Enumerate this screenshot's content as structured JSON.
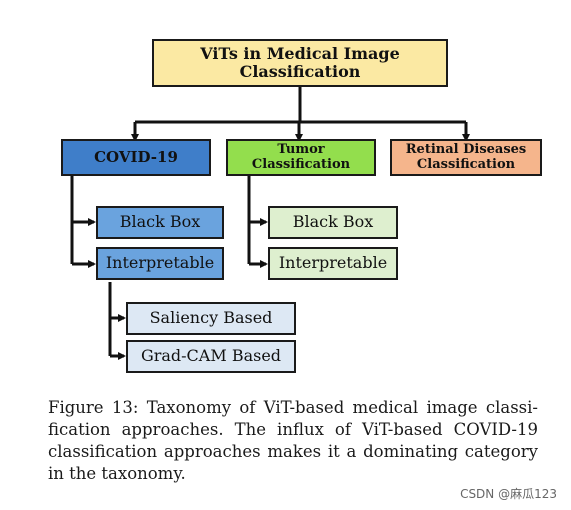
{
  "root": {
    "label": "ViTs in Medical Image Classification",
    "color": "#fbe9a3"
  },
  "categories": [
    {
      "label": "COVID-19",
      "color": "#3f7ec9"
    },
    {
      "label": "Tumor Classification",
      "color": "#93de4d"
    },
    {
      "label": "Retinal Diseases Classification",
      "color": "#f5b58c"
    }
  ],
  "covid_children": [
    {
      "label": "Black Box",
      "color": "#6aa3de"
    },
    {
      "label": "Interpretable",
      "color": "#6aa3de"
    }
  ],
  "interpretable_children": [
    {
      "label": "Saliency Based",
      "color": "#dde8f4"
    },
    {
      "label": "Grad-CAM Based",
      "color": "#dde8f4"
    }
  ],
  "tumor_children": [
    {
      "label": "Black Box",
      "color": "#deefcf"
    },
    {
      "label": "Interpretable",
      "color": "#deefcf"
    }
  ],
  "caption": "Figure 13: Taxonomy of ViT-based medical image classi-fication approaches. The influx of ViT-based COVID-19 classification approaches makes it a dominating category in the taxonomy.",
  "watermark": "CSDN @麻瓜123"
}
